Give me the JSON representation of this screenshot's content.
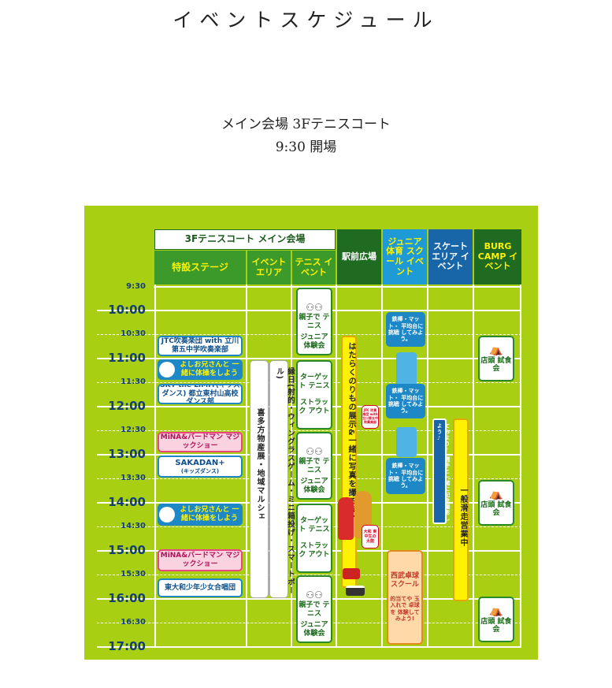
{
  "page": {
    "title": "イベントスケジュール",
    "venue": "メイン会場 3Fテニスコート",
    "opening": "9:30 開場"
  },
  "headers": {
    "main": "3Fテニスコート メイン会場",
    "stage": "特設ステージ",
    "event_area": "イベント エリア",
    "tennis_event": "テニス イベント",
    "station": "駅前広場",
    "junior": "ジュニア 体育 スクール イベント",
    "skate": "スケート エリア イベント",
    "burg": "BURG CAMP イベント"
  },
  "times": [
    "9:30",
    "10:00",
    "10:30",
    "11:00",
    "11:30",
    "12:00",
    "12:30",
    "13:00",
    "13:30",
    "14:00",
    "14:30",
    "15:00",
    "15:30",
    "16:00",
    "16:30",
    "17:00"
  ],
  "stage_events": {
    "jtc": "JTC吹奏楽団 with 立川第五中学吹奏楽部",
    "yoshio1": "よしお兄さんと 一緒に体操をしよう",
    "sky": "SKY the LIMIT(キッズダンス) 都立東村山高校ダンス部",
    "mina1": "MiNA&バードマン マジックショー",
    "sakadan": "SAKADAN+",
    "sakadan_sub": "(キッズダンス)",
    "yoshio2": "よしお兄さんと 一緒に体操をしよう",
    "mina2": "MiNA&バードマン マジックショー",
    "choir": "東大和少年少女合唱団"
  },
  "event_area": {
    "market": "喜多方物産展・地域マルシェ",
    "ennichi": "縁日(射的・ウィングラスゲーム・ミニ箱投げ・スマートボール)"
  },
  "tennis": {
    "b1a": "親子で テニス",
    "b1b": "ジュニア 体験会",
    "b2a": "ターゲット テニス",
    "b2b": "ストラック アウト",
    "b3a": "親子で テニス",
    "b3b": "ジュニア 体験会",
    "b4a": "ターゲット テニス",
    "b4b": "ストラック アウト",
    "b5a": "親子で テニス",
    "b5b": "ジュニア 体験会"
  },
  "station": {
    "main": "はたらくのりもの展示&一緒に写真を撮ろう!",
    "jtc_small": "JTC 吹奏楽団 with 立川第五中 吹奏楽部",
    "daiko": "大和 東中生の 太鼓",
    "tabletennis": "西武卓球 スクール",
    "tabletennis_desc": "的当てや 玉入れで 卓球を 体験して みよう!"
  },
  "junior": {
    "t1": "鉄棒・マット・ 平均台に挑戦 してみよう。",
    "t2": "鉄棒・マット・ 平均台に挑戦 してみよう。",
    "t3": "鉄棒・マット・ 平均台に挑戦 してみよう。"
  },
  "skate": {
    "hockey": "アイスホッケーのシュートに挑戦してみよう♪ 選手と一緒に記念撮影しよう♪",
    "general": "一般滑走営業中"
  },
  "burg": {
    "s1": "店頭 試食会",
    "s2": "店頭 試食会",
    "s3": "店頭 試食会"
  },
  "colors": {
    "board": "#a9cf13",
    "dark_green": "#1f6b22",
    "blue": "#1e88c7",
    "yellow": "#fff200",
    "pink": "#fbd2e0",
    "orange": "#ffd9a8"
  }
}
